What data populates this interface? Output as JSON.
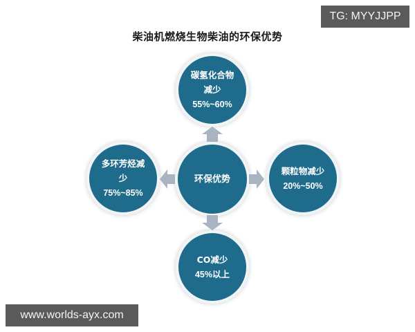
{
  "watermarks": {
    "top_right": "TG: MYYJJPP",
    "bottom_left": "www.worlds-ayx.com"
  },
  "diagram": {
    "title": "柴油机燃烧生物柴油的环保优势",
    "center": {
      "label": "环保优势"
    },
    "nodes": {
      "top": {
        "lines": [
          "碳氢化合物",
          "减少"
        ],
        "value": "55%~60%"
      },
      "left": {
        "lines": [
          "多环芳烃减",
          "少"
        ],
        "value": "75%~85%"
      },
      "right": {
        "lines": [
          "颗粒物减少"
        ],
        "value": "20%~50%"
      },
      "bottom": {
        "lines": [
          "CO减少"
        ],
        "value": "45%以上"
      }
    },
    "colors": {
      "circle_fill": "#1e6b8c",
      "circle_ring": "#f2f5f7",
      "arrow_fill": "#a9b4c2",
      "text": "#ffffff"
    },
    "arrows": [
      "up",
      "left",
      "right",
      "down"
    ]
  }
}
